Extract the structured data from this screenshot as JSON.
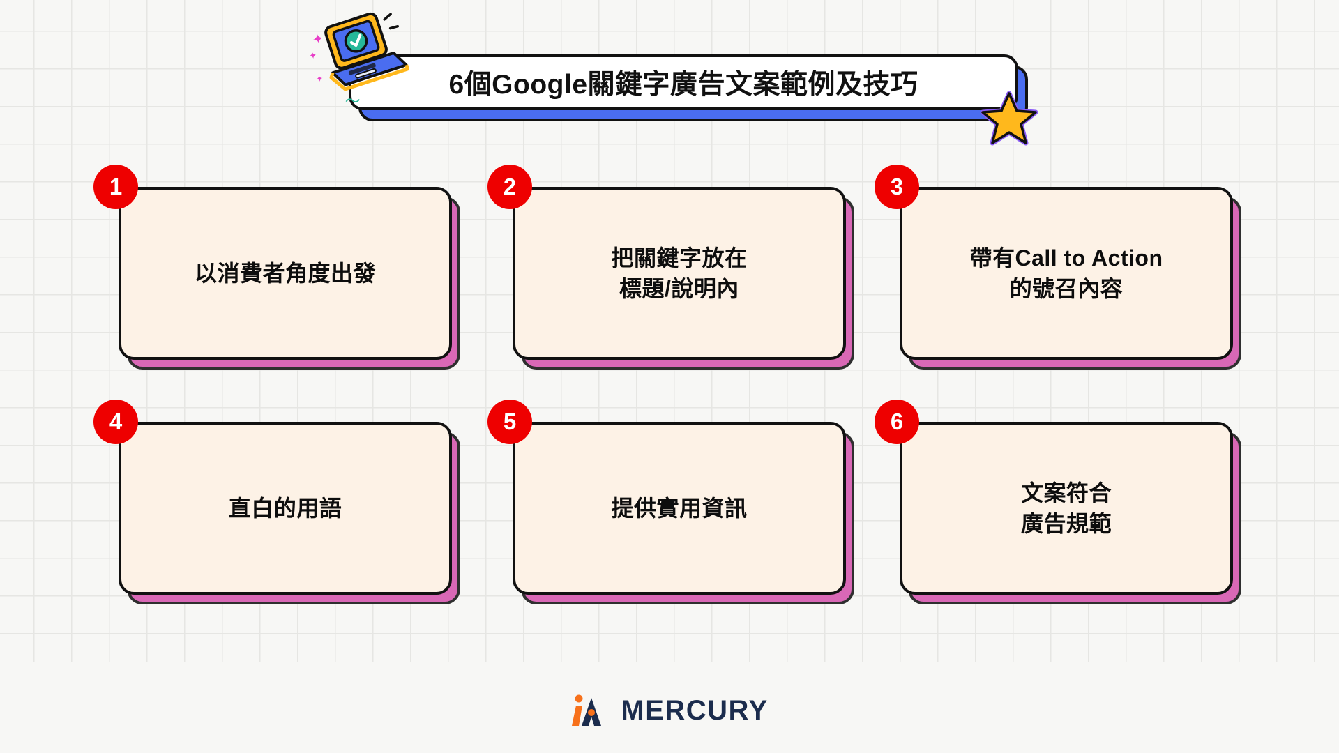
{
  "page": {
    "title": "6個Google關鍵字廣告文案範例及技巧",
    "background_color": "#f7f7f5",
    "grid_line_color": "#e6e6e3"
  },
  "decorations": {
    "laptop_icon": "laptop-icon",
    "laptop_screen_check": "check-circle-icon",
    "sparkles": [
      "sparkle-icon",
      "sparkle-icon",
      "sparkle-icon"
    ],
    "squiggle": "squiggle-icon",
    "star_icon": "star-icon",
    "laptop_body_color": "#ffb81c",
    "laptop_screen_color": "#4a6df0",
    "check_color": "#27b89a",
    "sparkle_color": "#e83fc8",
    "star_fill": "#ffb81c",
    "star_outline": "#8b5cf6",
    "banner_shadow_color": "#4a6df0"
  },
  "cards": [
    {
      "number": "1",
      "lines": [
        "以消費者角度出發"
      ]
    },
    {
      "number": "2",
      "lines": [
        "把關鍵字放在",
        "標題/說明內"
      ]
    },
    {
      "number": "3",
      "lines": [
        "帶有Call to Action",
        "的號召內容"
      ]
    },
    {
      "number": "4",
      "lines": [
        "直白的用語"
      ]
    },
    {
      "number": "5",
      "lines": [
        "提供實用資訊"
      ]
    },
    {
      "number": "6",
      "lines": [
        "文案符合",
        "廣告規範"
      ]
    }
  ],
  "card_style": {
    "fill": "#fdf2e6",
    "border": "#111111",
    "shadow": "#d968b6",
    "badge_fill": "#ee0000",
    "badge_text": "#ffffff"
  },
  "footer": {
    "brand": "MERCURY",
    "logo_mark": "mercury-logo-mark",
    "brand_color": "#1b2c4d",
    "accent_color": "#f7711b"
  }
}
